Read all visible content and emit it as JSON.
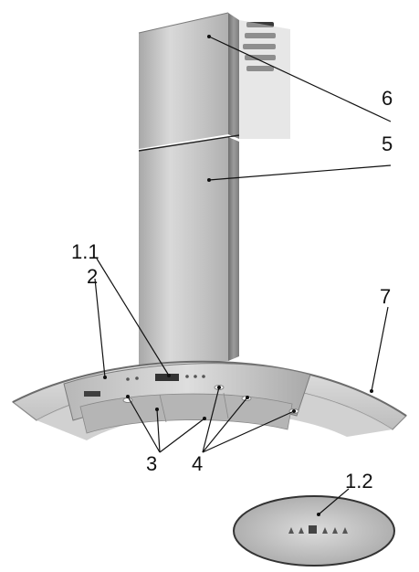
{
  "callouts": {
    "c6": "6",
    "c5": "5",
    "c1_1": "1.1",
    "c2": "2",
    "c7": "7",
    "c3": "3",
    "c4": "4",
    "c1_2": "1.2"
  },
  "colors": {
    "steel_dark": "#8e8e8e",
    "steel_mid": "#c6c6c6",
    "steel_light": "#e6e6e6",
    "glass": "#d3d3d3",
    "glass_edge": "#9a9a9a",
    "leader": "#111111"
  }
}
